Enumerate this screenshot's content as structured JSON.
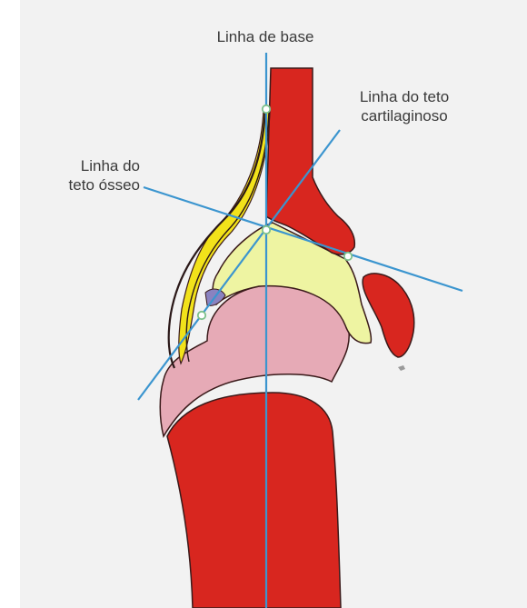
{
  "labels": {
    "baseline": "Linha de base",
    "cartilage_roof_line1": "Linha do teto",
    "cartilage_roof_line2": "cartilaginoso",
    "bony_roof_line1": "Linha do",
    "bony_roof_line2": "teto ósseo"
  },
  "colors": {
    "bone_red": "#d8261f",
    "femoral_head_pink": "#e6aab6",
    "cartilage_yellow": "#eef4a2",
    "labrum_yellow": "#f2e21a",
    "capsule_outline": "#2a1818",
    "ligament_purple": "#8a82c0",
    "line_blue": "#3b95cf",
    "point_green": "#7cc08a",
    "paper_grey": "#f2f2f2"
  }
}
